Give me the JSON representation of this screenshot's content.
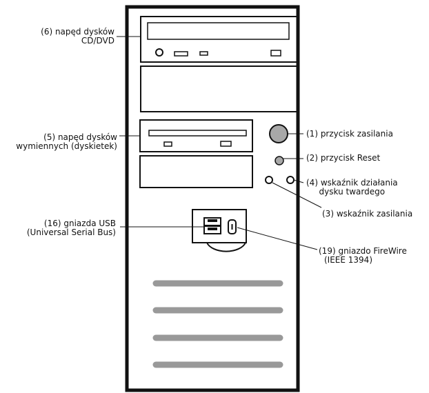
{
  "labels": {
    "cd_dvd": {
      "line1": "(6) napęd dysków",
      "line2": "CD/DVD"
    },
    "floppy": {
      "line1": "(5) napęd dysków",
      "line2": "wymiennych (dyskietek)"
    },
    "usb": {
      "line1": "(16) gniazda USB",
      "line2": "(Universal Serial Bus)"
    },
    "power_button": {
      "line1": "(1) przycisk zasilania"
    },
    "reset_button": {
      "line1": "(2) przycisk Reset"
    },
    "hdd_led": {
      "line1": "(4) wskaźnik działania",
      "line2": "dysku twardego"
    },
    "power_led": {
      "line1": "(3) wskaźnik zasilania"
    },
    "firewire": {
      "line1": "(19) gniazdo FireWire",
      "line2": "(IEEE 1394)"
    }
  },
  "colors": {
    "outline": "#111111",
    "button_fill": "#a8a8a8",
    "vent_fill": "#999999"
  }
}
